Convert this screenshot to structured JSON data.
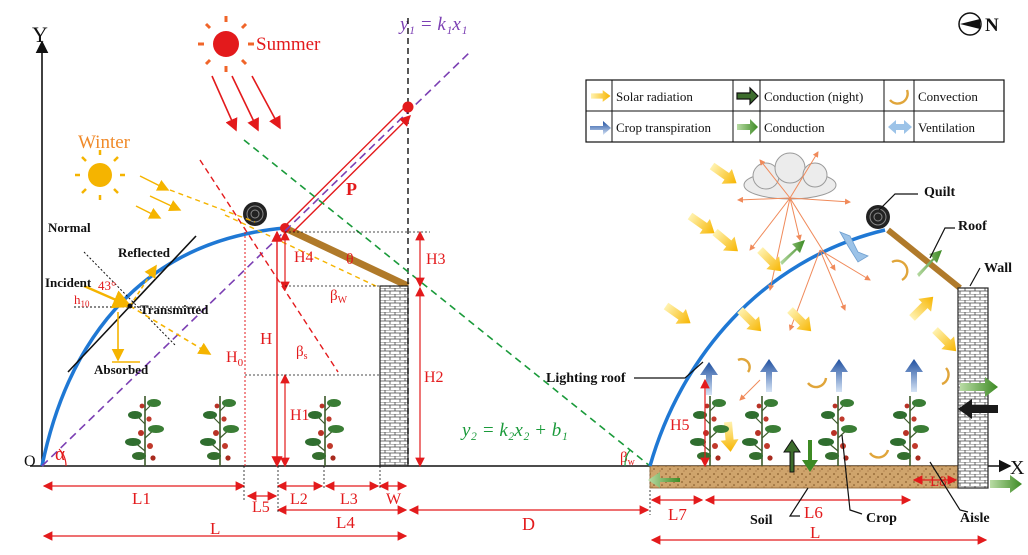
{
  "axes": {
    "y": "Y",
    "x": "X",
    "origin": "O"
  },
  "compass": "N",
  "seasons": {
    "summer": "Summer",
    "winter": "Winter"
  },
  "equations": {
    "y1": "y₁ = k₁x₁",
    "y2": "y₂ = k₂x₂ + b₁"
  },
  "angles": {
    "alpha": "α",
    "theta": "θ",
    "beta_w": "β",
    "beta_w_sub": "W",
    "beta_s": "β",
    "beta_s_sub": "s",
    "beta_w2": "β",
    "beta_w2_sub": "w"
  },
  "optics": {
    "normal": "Normal",
    "reflected": "Reflected",
    "incident": "Incident",
    "angle_value": "43°",
    "h": "h",
    "h_sub": "10",
    "transmitted": "Transmitted",
    "absorbed": "Absorbed"
  },
  "labels": {
    "P": "P",
    "H": "H",
    "H0": "H",
    "H0_sub": "0",
    "H1": "H1",
    "H2": "H2",
    "H3": "H3",
    "H4": "H4",
    "H5": "H5",
    "L": "L",
    "L1": "L1",
    "L2": "L2",
    "L3": "L3",
    "L4": "L4",
    "L5": "L5",
    "L6": "L6",
    "L7": "L7",
    "L8": "L8",
    "W": "W",
    "D": "D",
    "L_right": "L"
  },
  "callouts": {
    "quilt": "Quilt",
    "roof": "Roof",
    "wall": "Wall",
    "lighting_roof": "Lighting roof",
    "soil": "Soil",
    "crop": "Crop",
    "aisle": "Aisle"
  },
  "legend": {
    "solar": "Solar radiation",
    "cond_night": "Conduction (night)",
    "convection": "Convection",
    "transpiration": "Crop transpiration",
    "conduction": "Conduction",
    "ventilation": "Ventilation"
  },
  "colors": {
    "arch": "#1f78d4",
    "roof_beam": "#b07a2a",
    "red": "#e31a1c",
    "purple": "#7b3fb3",
    "green": "#1a9a3a",
    "sun": "#f5b400",
    "solar_arrow": "#f7c21a",
    "transp_arrow": "#2d5fb0",
    "cond_arrow": "#4a9a2e",
    "vent_arrow": "#9cc3e8",
    "soil": "#c9a06a"
  },
  "icons": [
    "sun-icon",
    "compass-icon",
    "cloud-icon",
    "plant-icon",
    "brick-wall-icon",
    "quilt-roll-icon"
  ]
}
